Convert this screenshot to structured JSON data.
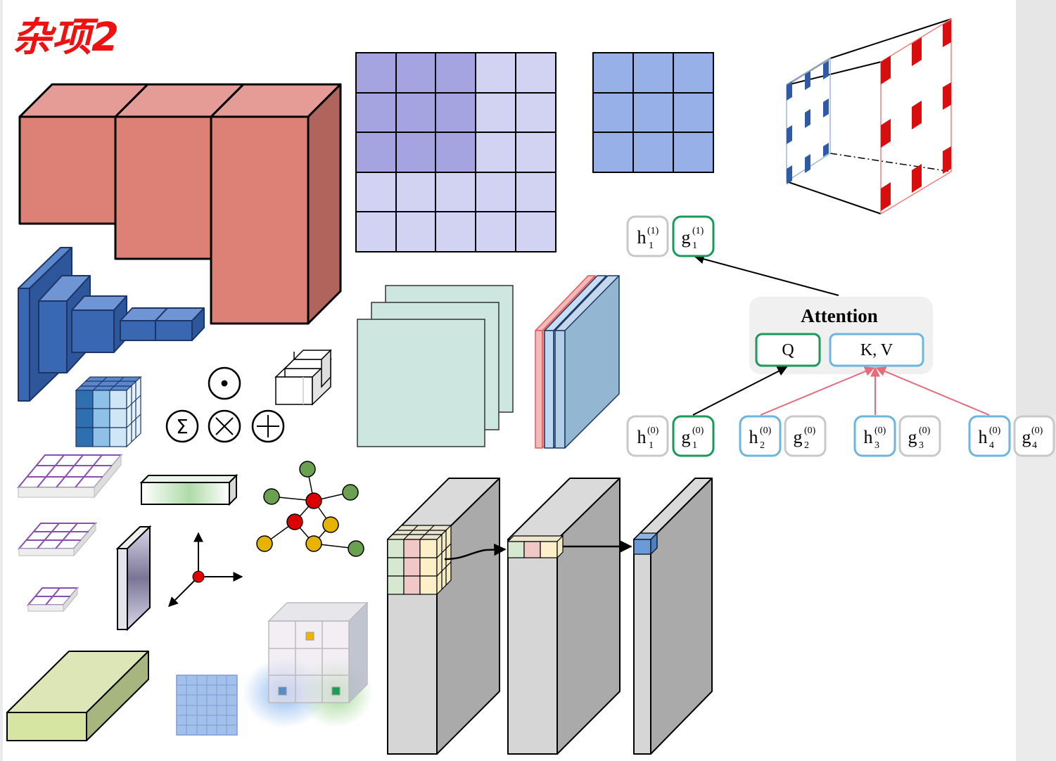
{
  "title": "杂项2",
  "colors": {
    "salmon": "#dd8075",
    "dark_blue": "#3a67b2",
    "purple_grid": "#a6a4e0",
    "light_purple_grid": "#d2d2f2",
    "blue_grid": "#97b0e8",
    "mint": "#cde6df",
    "green_border": "#1a9a5a",
    "light_blue_border": "#6ab6e0",
    "gray_border": "#c8c8c8",
    "red_bar": "#d80e0e",
    "blue_bar": "#2e5aa8",
    "arrow_red": "#e56a7a"
  },
  "icons": {
    "dot_operator": "⊙",
    "sum": "Σ",
    "times": "×",
    "plus": "+"
  },
  "attention": {
    "title": "Attention",
    "query": "Q",
    "key_value": "K, V"
  },
  "top_nodes": [
    {
      "base": "h",
      "sub": "1",
      "sup": "(1)",
      "style": "gray"
    },
    {
      "base": "g",
      "sub": "1",
      "sup": "(1)",
      "style": "green"
    }
  ],
  "bottom_nodes": [
    {
      "base": "h",
      "sub": "1",
      "sup": "(0)",
      "style": "gray"
    },
    {
      "base": "g",
      "sub": "1",
      "sup": "(0)",
      "style": "green"
    },
    {
      "base": "h",
      "sub": "2",
      "sup": "(0)",
      "style": "blue"
    },
    {
      "base": "g",
      "sub": "2",
      "sup": "(0)",
      "style": "gray"
    },
    {
      "base": "h",
      "sub": "3",
      "sup": "(0)",
      "style": "blue"
    },
    {
      "base": "g",
      "sub": "3",
      "sup": "(0)",
      "style": "gray"
    },
    {
      "base": "h",
      "sub": "4",
      "sup": "(0)",
      "style": "blue"
    },
    {
      "base": "g",
      "sub": "4",
      "sup": "(0)",
      "style": "gray"
    }
  ]
}
